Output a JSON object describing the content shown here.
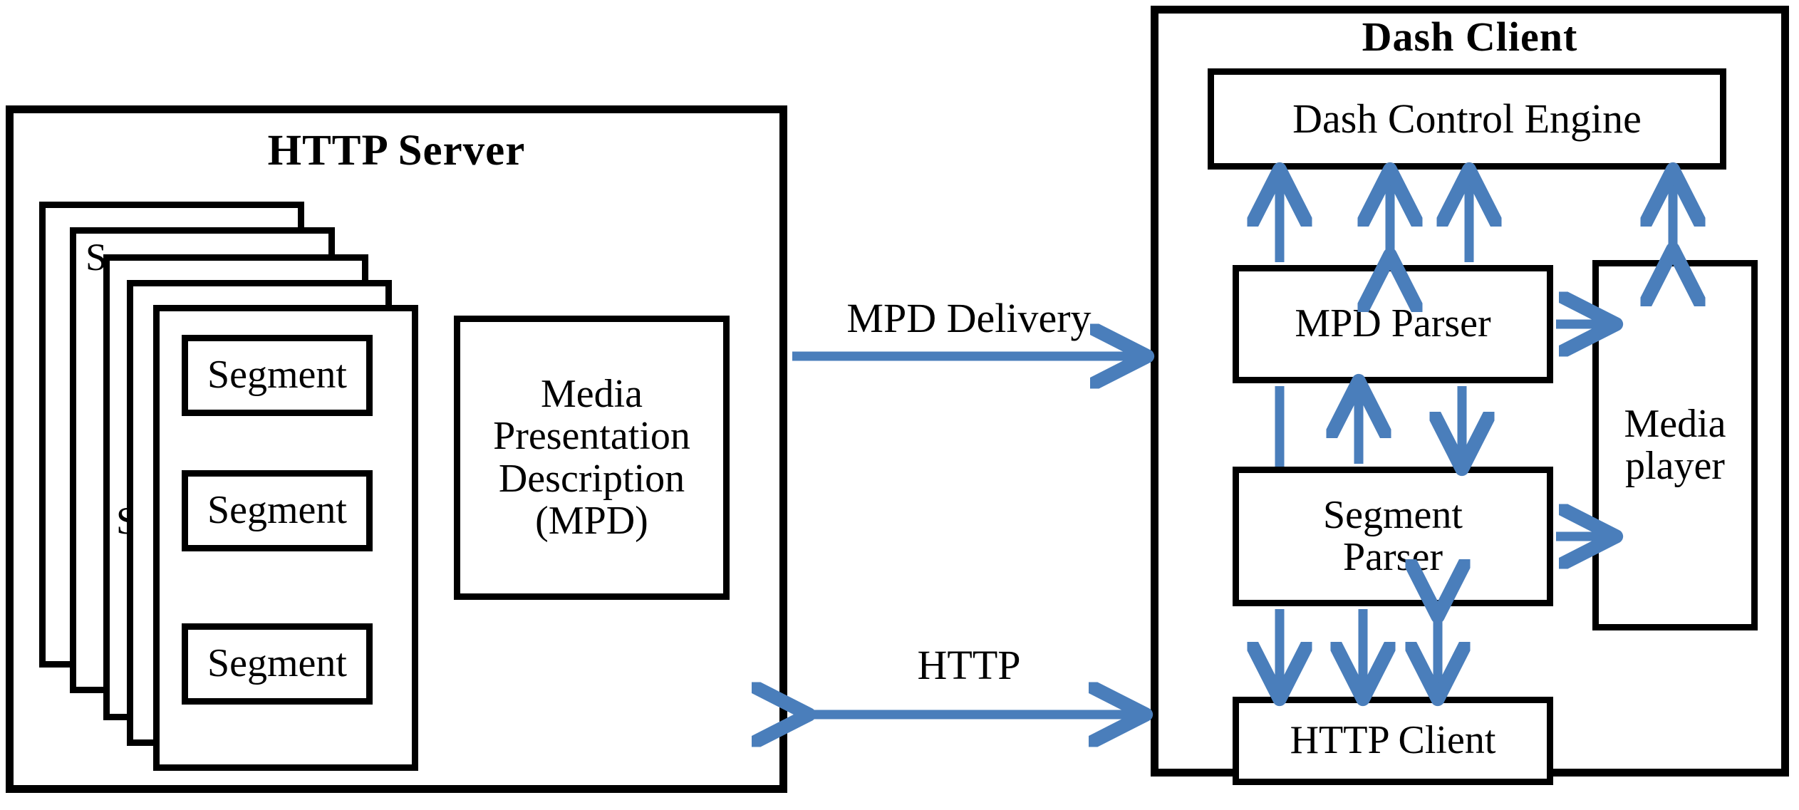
{
  "diagram": {
    "title": "DASH architecture: HTTP Server and Dash Client",
    "accent_color": "#4A7EBB",
    "line_color": "#000000",
    "background": "#FFFFFF"
  },
  "server_panel": {
    "title": "HTTP Server",
    "segment_stack": {
      "card_count": 5,
      "visible_partial_labels": [
        "S",
        "S"
      ],
      "segments": [
        "Segment",
        "Segment",
        "Segment"
      ]
    },
    "mpd_box": {
      "lines": [
        "Media",
        "Presentation",
        "Description",
        "(MPD)"
      ]
    }
  },
  "client_panel": {
    "title": "Dash Client",
    "boxes": {
      "control_engine": "Dash Control Engine",
      "mpd_parser": "MPD Parser",
      "segment_parser_lines": [
        "Segment",
        "Parser"
      ],
      "http_client": "HTTP Client",
      "media_player_lines": [
        "Media",
        "player"
      ]
    }
  },
  "connections": {
    "mpd_delivery": "MPD Delivery",
    "http": "HTTP"
  },
  "chart_data": {
    "type": "diagram",
    "nodes": [
      {
        "id": "http-server",
        "label": "HTTP Server",
        "side": "left"
      },
      {
        "id": "segment-stack",
        "label": "Segment",
        "side": "left"
      },
      {
        "id": "mpd",
        "label": "Media Presentation Description (MPD)",
        "side": "left"
      },
      {
        "id": "dash-client",
        "label": "Dash Client",
        "side": "right"
      },
      {
        "id": "dash-control-engine",
        "label": "Dash Control Engine",
        "side": "right"
      },
      {
        "id": "mpd-parser",
        "label": "MPD Parser",
        "side": "right"
      },
      {
        "id": "segment-parser",
        "label": "Segment Parser",
        "side": "right"
      },
      {
        "id": "http-client",
        "label": "HTTP Client",
        "side": "right"
      },
      {
        "id": "media-player",
        "label": "Media player",
        "side": "right"
      }
    ],
    "edges": [
      {
        "from": "http-server",
        "to": "dash-client",
        "label": "MPD Delivery",
        "direction": "one-way"
      },
      {
        "from": "http-server",
        "to": "dash-client",
        "label": "HTTP",
        "direction": "two-way"
      },
      {
        "from": "mpd-parser",
        "to": "dash-control-engine",
        "label": "",
        "direction": "one-way"
      },
      {
        "from": "mpd-parser",
        "to": "dash-control-engine",
        "label": "",
        "direction": "two-way"
      },
      {
        "from": "segment-parser",
        "to": "dash-control-engine",
        "label": "",
        "direction": "one-way"
      },
      {
        "from": "media-player",
        "to": "dash-control-engine",
        "label": "",
        "direction": "two-way"
      },
      {
        "from": "mpd-parser",
        "to": "media-player",
        "label": "",
        "direction": "one-way"
      },
      {
        "from": "segment-parser",
        "to": "mpd-parser",
        "label": "",
        "direction": "one-way"
      },
      {
        "from": "mpd-parser",
        "to": "segment-parser",
        "label": "",
        "direction": "one-way"
      },
      {
        "from": "segment-parser",
        "to": "media-player",
        "label": "",
        "direction": "one-way"
      },
      {
        "from": "segment-parser",
        "to": "http-client",
        "label": "",
        "direction": "one-way"
      },
      {
        "from": "http-client",
        "to": "segment-parser",
        "label": "",
        "direction": "two-way"
      }
    ]
  }
}
